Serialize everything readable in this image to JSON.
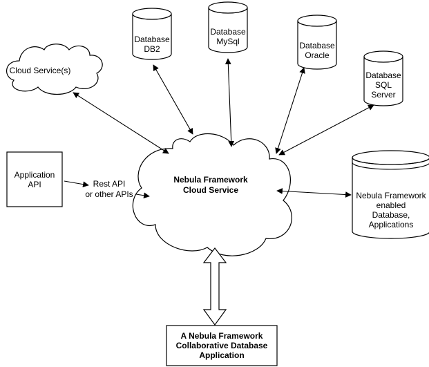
{
  "diagram": {
    "nodes": {
      "cloud_services": {
        "label": "Cloud Service(s)"
      },
      "db2": {
        "lines": [
          "Database",
          "DB2"
        ]
      },
      "mysql": {
        "lines": [
          "Database",
          "MySql"
        ]
      },
      "oracle": {
        "lines": [
          "Database",
          "Oracle"
        ]
      },
      "sqlserver": {
        "lines": [
          "Database",
          "SQL",
          "Server"
        ]
      },
      "nebula_cloud": {
        "lines": [
          "Nebula Framework",
          "Cloud Service"
        ]
      },
      "application_api": {
        "lines": [
          "Application",
          "API"
        ]
      },
      "nebula_db": {
        "lines": [
          "Nebula Framework",
          "enabled",
          "Database,",
          "Applications"
        ]
      },
      "collab_app": {
        "lines": [
          "A Nebula Framework",
          "Collaborative Database",
          "Application"
        ]
      }
    },
    "edges": {
      "rest_api": {
        "lines": [
          "Rest API",
          "or other APIs"
        ]
      }
    },
    "colors": {
      "stroke": "#000000",
      "fill": "#ffffff"
    }
  }
}
